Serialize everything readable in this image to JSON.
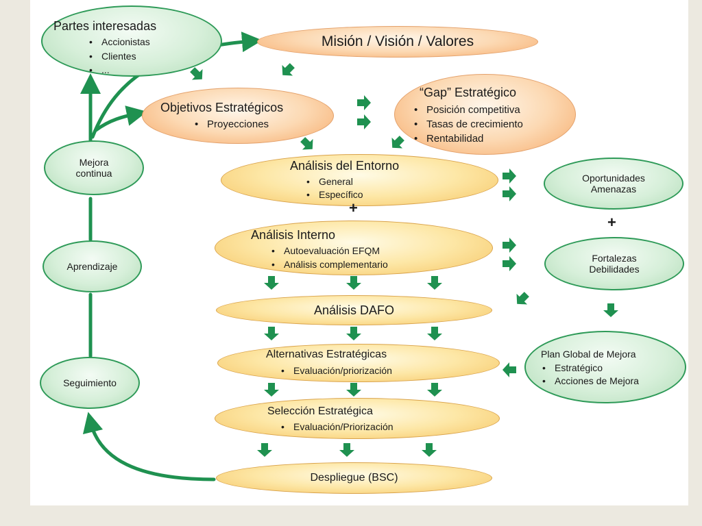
{
  "nodes": {
    "partes": {
      "title": "Partes interesadas",
      "items": [
        "Accionistas",
        "Clientes",
        "..."
      ]
    },
    "mision": {
      "title": "Misión / Visión / Valores"
    },
    "objetivos": {
      "title": "Objetivos Estratégicos",
      "items": [
        "Proyecciones"
      ]
    },
    "gap": {
      "title": "“Gap” Estratégico",
      "items": [
        "Posición competitiva",
        "Tasas de crecimiento",
        "Rentabilidad"
      ]
    },
    "mejora": {
      "line1": "Mejora",
      "line2": "continua"
    },
    "aprendizaje": {
      "title": "Aprendizaje"
    },
    "seguimiento": {
      "title": "Seguimiento"
    },
    "entorno": {
      "title": "Análisis del Entorno",
      "items": [
        "General",
        "Específico"
      ]
    },
    "oportunidades": {
      "line1": "Oportunidades",
      "line2": "Amenazas"
    },
    "interno": {
      "title": "Análisis Interno",
      "items": [
        "Autoevaluación EFQM",
        "Análisis complementario"
      ]
    },
    "fortalezas": {
      "line1": "Fortalezas",
      "line2": "Debilidades"
    },
    "dafo": {
      "title": "Análisis DAFO"
    },
    "alternativas": {
      "title": "Alternativas Estratégicas",
      "items": [
        "Evaluación/priorización"
      ]
    },
    "plan": {
      "title": "Plan Global de Mejora",
      "items": [
        "Estratégico",
        "Acciones de Mejora"
      ]
    },
    "seleccion": {
      "title": "Selección Estratégica",
      "items": [
        "Evaluación/Priorización"
      ]
    },
    "despliegue": {
      "title": "Despliegue (BSC)"
    }
  },
  "symbols": {
    "plus": "+"
  },
  "colors": {
    "arrow": "#1f9150",
    "green_border": "#2e9a58",
    "orange_fill": "#f6aa6a",
    "yellow_fill": "#f6c564"
  }
}
